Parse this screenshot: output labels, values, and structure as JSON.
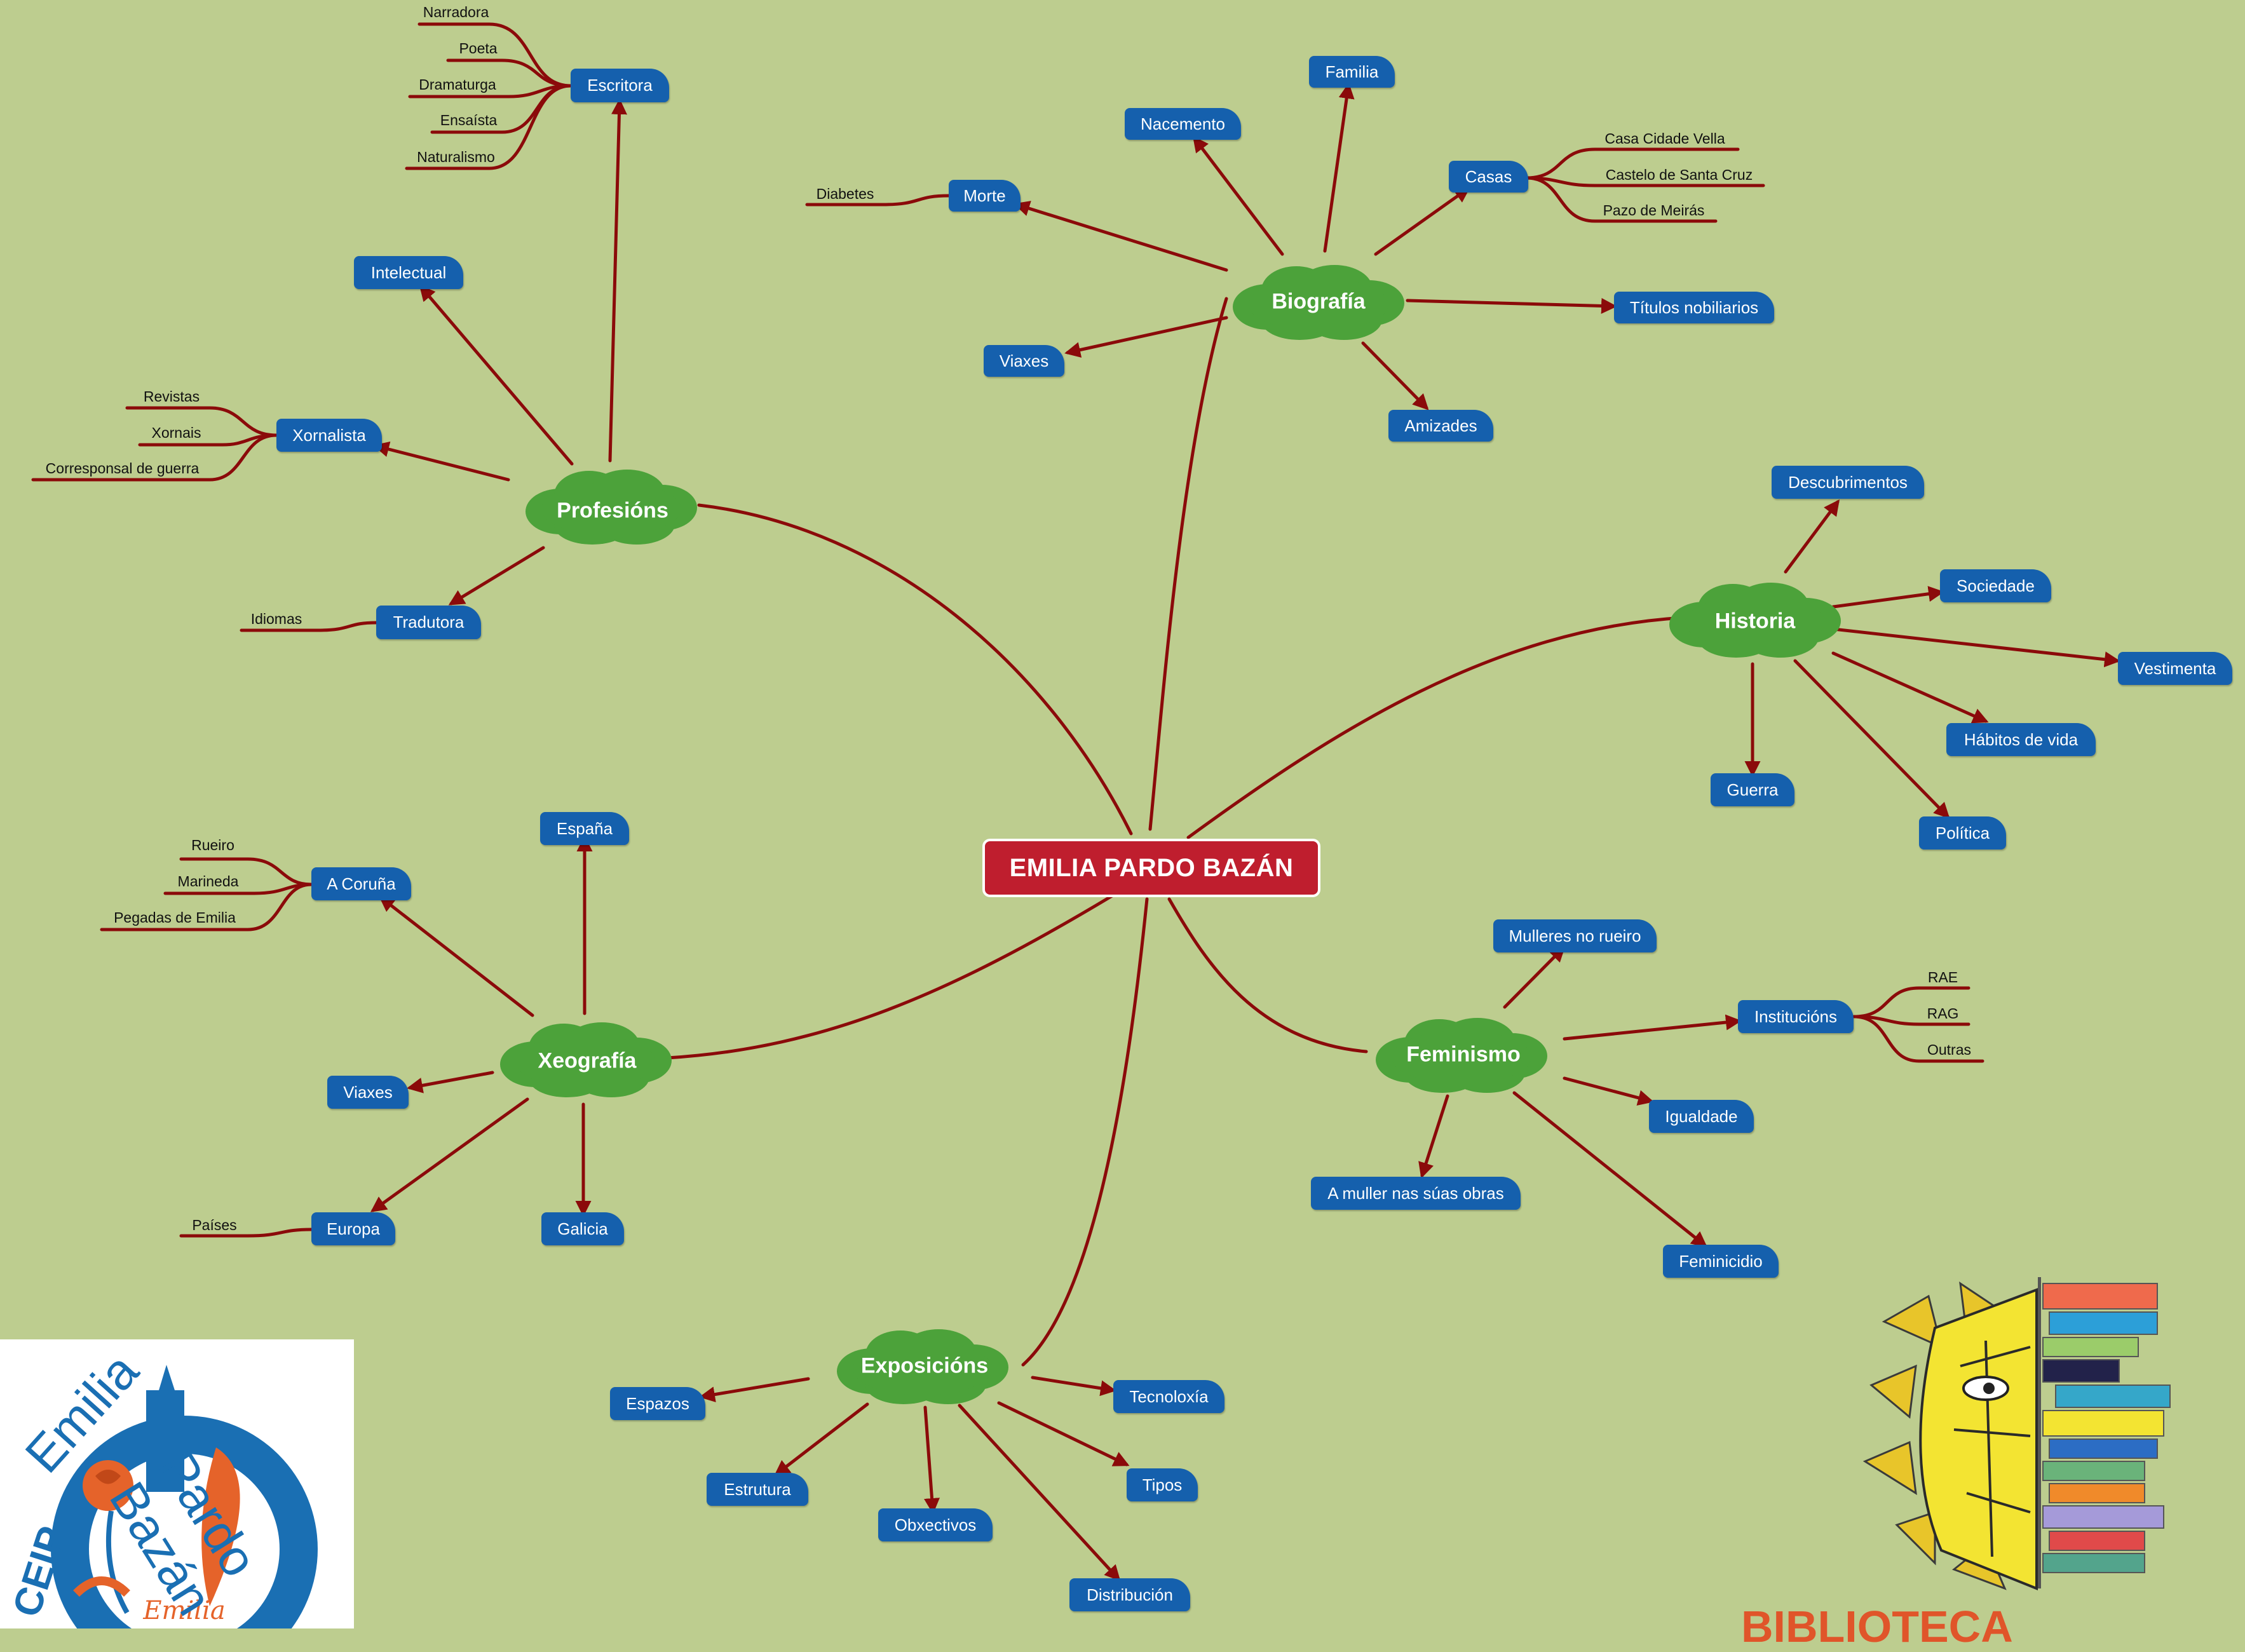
{
  "center": "EMILIA PARDO BAZÁN",
  "branches": {
    "biografia": {
      "label": "Biografía",
      "children": {
        "familia": "Familia",
        "nacemento": "Nacemento",
        "morte": "Morte",
        "casas": "Casas",
        "titulos": "Títulos nobiliarios",
        "viaxes": "Viaxes",
        "amizades": "Amizades"
      },
      "leaves": {
        "diabetes": "Diabetes",
        "cidade_vella": "Casa Cidade Vella",
        "santa_cruz": "Castelo de Santa Cruz",
        "meiras": "Pazo de Meirás"
      }
    },
    "profesions": {
      "label": "Profesións",
      "children": {
        "escritora": "Escritora",
        "intelectual": "Intelectual",
        "xornalista": "Xornalista",
        "tradutora": "Tradutora"
      },
      "leaves": {
        "narradora": "Narradora",
        "poeta": "Poeta",
        "dramaturga": "Dramaturga",
        "ensaista": "Ensaísta",
        "naturalismo": "Naturalismo",
        "revistas": "Revistas",
        "xornais": "Xornais",
        "corresponsal": "Corresponsal de guerra",
        "idiomas": "Idiomas"
      }
    },
    "historia": {
      "label": "Historia",
      "children": {
        "descubrimentos": "Descubrimentos",
        "sociedade": "Sociedade",
        "vestimenta": "Vestimenta",
        "habitos": "Hábitos de vida",
        "guerra": "Guerra",
        "politica": "Política"
      }
    },
    "xeografia": {
      "label": "Xeografía",
      "children": {
        "espana": "España",
        "coruna": "A Coruña",
        "viaxes": "Viaxes",
        "europa": "Europa",
        "galicia": "Galicia"
      },
      "leaves": {
        "rueiro": "Rueiro",
        "marineda": "Marineda",
        "pegadas": "Pegadas de Emilia",
        "paises": "Países"
      }
    },
    "feminismo": {
      "label": "Feminismo",
      "children": {
        "mulleres": "Mulleres no rueiro",
        "institucions": "Institucións",
        "igualdade": "Igualdade",
        "muller_obras": "A muller nas súas obras",
        "feminicidio": "Feminicidio"
      },
      "leaves": {
        "rae": "RAE",
        "rag": "RAG",
        "outras": "Outras"
      }
    },
    "exposicions": {
      "label": "Exposicións",
      "children": {
        "espazos": "Espazos",
        "tecnoloxia": "Tecnoloxía",
        "estrutura": "Estrutura",
        "obxectivos": "Obxectivos",
        "tipos": "Tipos",
        "distribucion": "Distribución"
      }
    }
  },
  "logos": {
    "left": {
      "ceip": "CEIP",
      "name_left": "Emilia",
      "name_right": "Pardo Bazán",
      "signature": "Emilia"
    },
    "right_partial": "BIBLIOTECA"
  },
  "colors": {
    "background": "#bdcd8f",
    "connector": "#8b0a0a",
    "node": "#1560ad",
    "cloud": "#4ca23a",
    "center": "#bf1e2e"
  }
}
